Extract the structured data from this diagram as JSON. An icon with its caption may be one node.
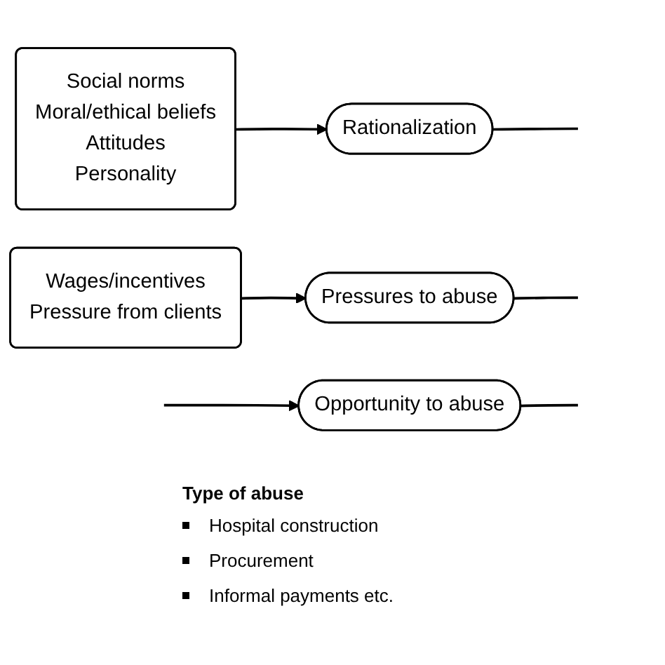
{
  "diagram": {
    "nodes": [
      {
        "text": [
          "Social norms",
          "Moral/ethical beliefs",
          "Attitudes",
          "Personality"
        ]
      },
      {
        "text": [
          "Rationalization"
        ]
      },
      {
        "text": [
          "Opportunity to abuse"
        ]
      },
      {
        "text": [
          "Wages/incentives",
          "Pressure from clients"
        ]
      },
      {
        "text": [
          "Pressures to abuse"
        ]
      }
    ],
    "edges": [
      {
        "from": 0,
        "to": 1,
        "arrow": "to"
      },
      {
        "from": null,
        "to": 2,
        "arrow": "to"
      },
      {
        "from": 3,
        "to": 4,
        "arrow": "to"
      },
      {
        "from": 1,
        "to": null,
        "arrow": "none"
      },
      {
        "from": 2,
        "to": null,
        "arrow": "none"
      },
      {
        "from": 4,
        "to": null,
        "arrow": "none"
      }
    ],
    "labels": [
      "Type of abuse",
      "Hospital construction",
      "Procurement",
      "Informal payments etc."
    ]
  }
}
